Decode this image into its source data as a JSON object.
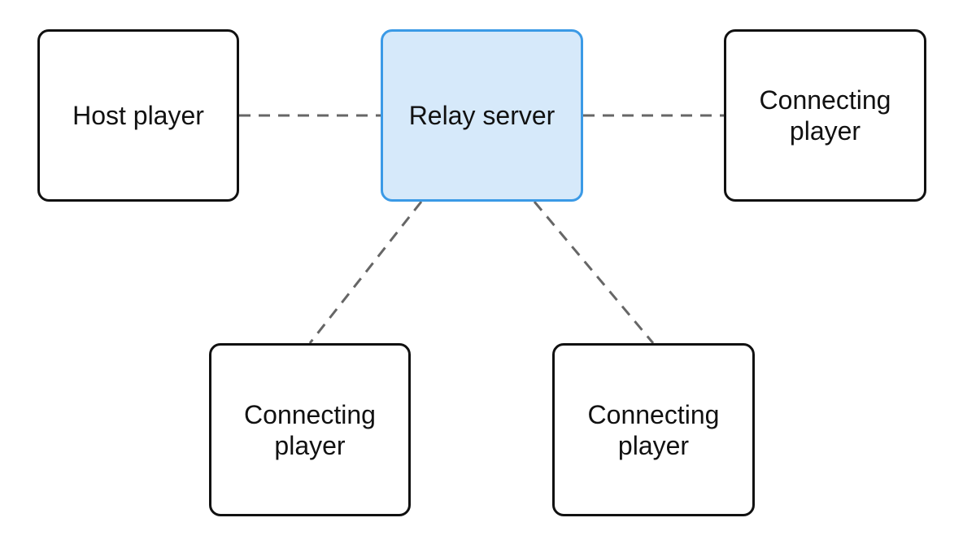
{
  "diagram": {
    "nodes": [
      {
        "id": "host",
        "label": "Host player"
      },
      {
        "id": "relay",
        "label": "Relay server"
      },
      {
        "id": "right",
        "label": "Connecting\nplayer"
      },
      {
        "id": "bottom_left",
        "label": "Connecting\nplayer"
      },
      {
        "id": "bottom_right",
        "label": "Connecting\nplayer"
      }
    ],
    "edges": [
      {
        "from": "host",
        "to": "relay",
        "style": "dashed"
      },
      {
        "from": "relay",
        "to": "right",
        "style": "dashed"
      },
      {
        "from": "relay",
        "to": "bottom_left",
        "style": "dashed"
      },
      {
        "from": "relay",
        "to": "bottom_right",
        "style": "dashed"
      }
    ],
    "colors": {
      "relay_fill": "#d6e9fa",
      "relay_border": "#3b9ae6",
      "node_border": "#111111",
      "edge": "#666666"
    }
  }
}
